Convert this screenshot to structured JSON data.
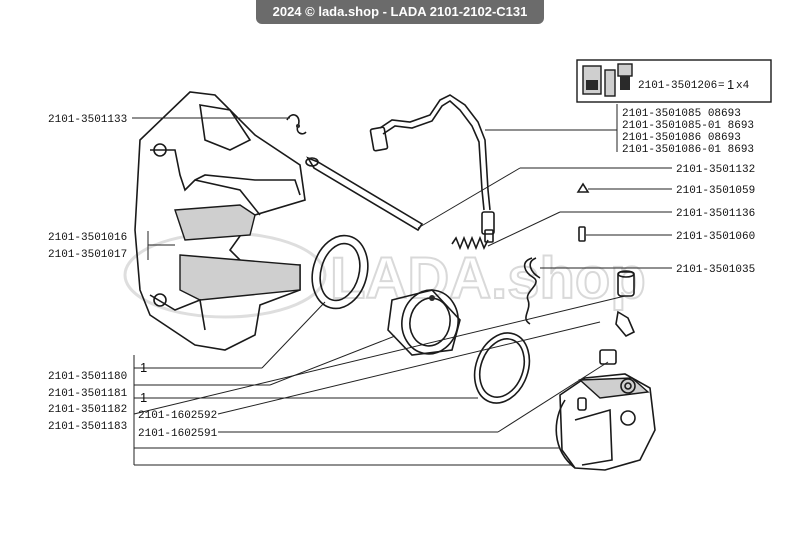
{
  "banner": {
    "text": "2024 © lada.shop - LADA 2101-2102-C131"
  },
  "watermark": {
    "text": "LADA.shop"
  },
  "callouts": {
    "inset": {
      "code": "2101-3501206",
      "qty": "1",
      "multiplier": "x4"
    },
    "caliper_bracket": "2101-3501133",
    "caliper_left": "2101-3501016",
    "caliper_right": "2101-3501017",
    "tube_1": "2101-3501085 08693",
    "tube_2": "2101-3501085-01 8693",
    "tube_3": "2101-3501086 08693",
    "tube_4": "2101-3501086-01 8693",
    "pin": "2101-3501132",
    "cap": "2101-3501059",
    "spring": "2101-3501136",
    "bleeder": "2101-3501060",
    "clip": "2101-3501035",
    "cylinder_1": "2101-3501180",
    "cylinder_2": "2101-3501181",
    "cylinder_3": "2101-3501182",
    "cylinder_4": "2101-3501183",
    "piston_seal": "2101-1602592",
    "dust_boot": "2101-1602591",
    "bracket_one_a": "1",
    "bracket_one_b": "1"
  }
}
